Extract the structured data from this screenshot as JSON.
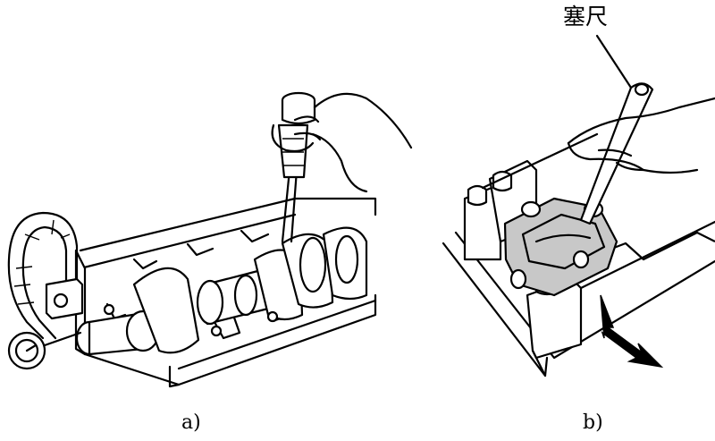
{
  "captions": {
    "left": "a)",
    "right": "b)"
  },
  "callout": {
    "label": "塞尺"
  }
}
